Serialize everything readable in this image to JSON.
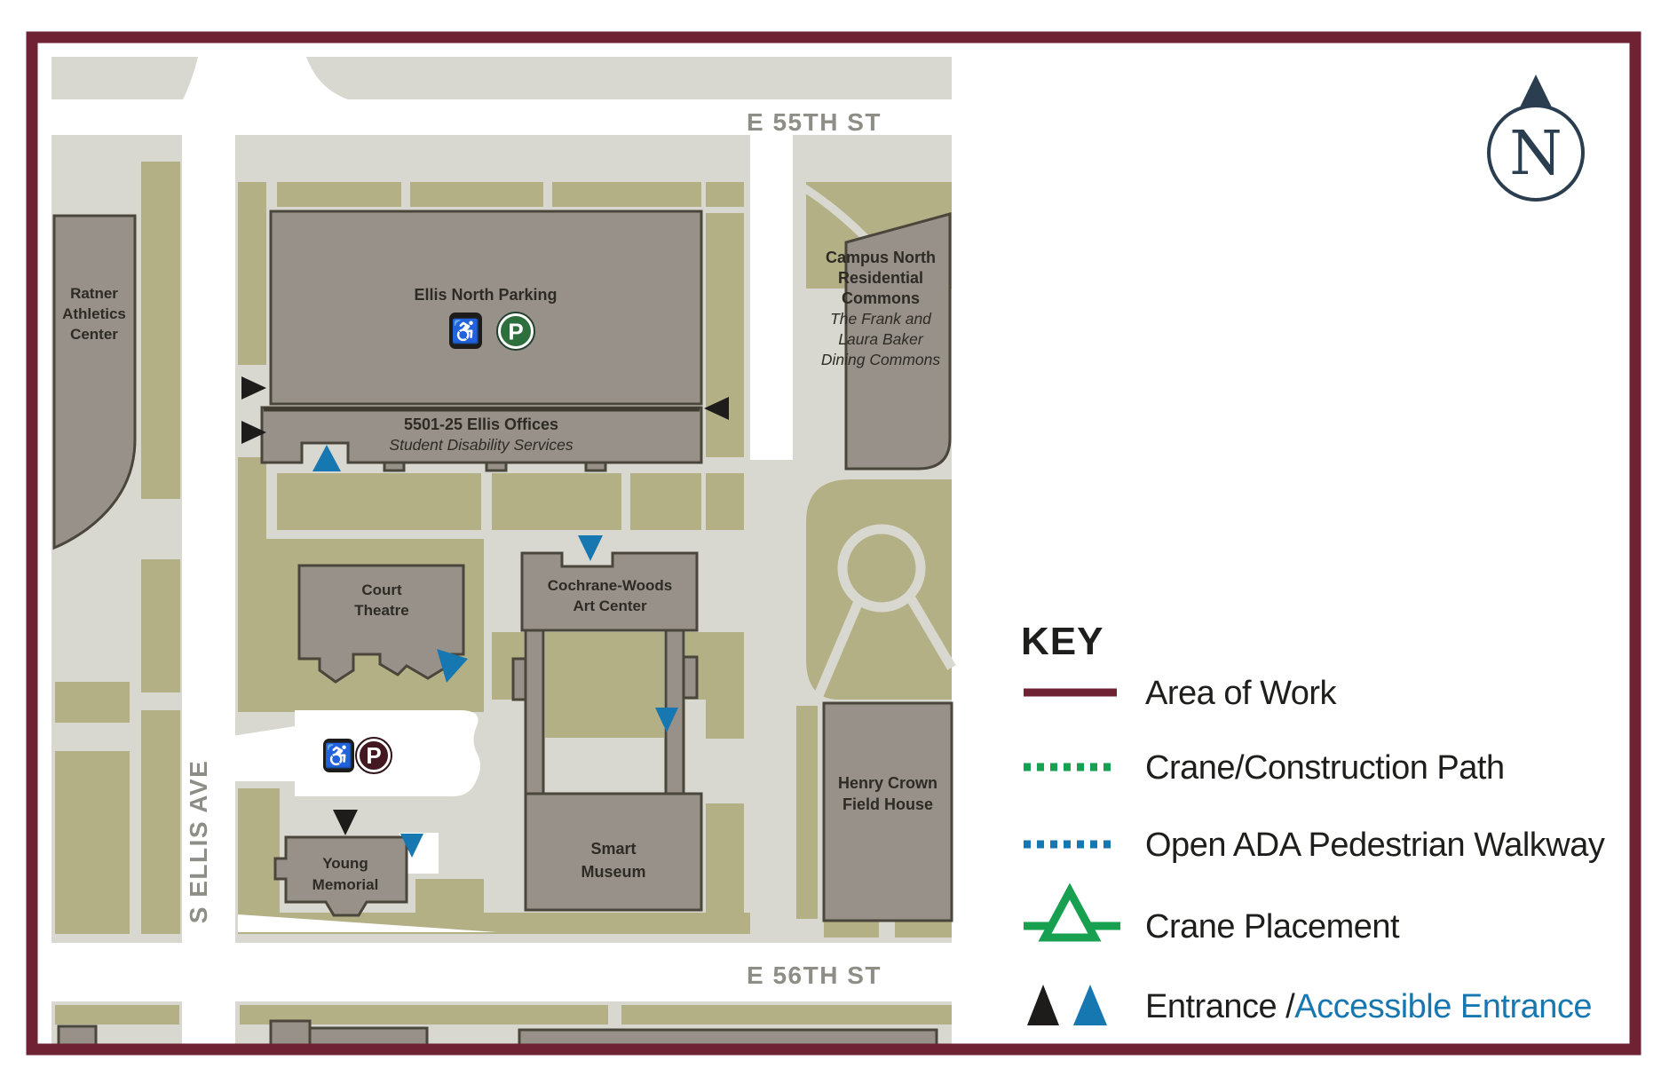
{
  "map": {
    "street_labels": {
      "e55th": "E 55TH ST",
      "e56th": "E 56TH ST",
      "s_ellis": "S ELLIS AVE"
    },
    "buildings": {
      "ratner": {
        "line1": "Ratner",
        "line2": "Athletics",
        "line3": "Center"
      },
      "ellis_north_parking": {
        "label": "Ellis North Parking"
      },
      "ellis_offices": {
        "label": "5501-25 Ellis Offices",
        "sublabel": "Student Disability Services"
      },
      "campus_north": {
        "line1": "Campus North",
        "line2": "Residential",
        "line3": "Commons",
        "line4": "The Frank and",
        "line5": "Laura Baker",
        "line6": "Dining Commons"
      },
      "court_theatre": {
        "line1": "Court",
        "line2": "Theatre"
      },
      "cochrane_woods": {
        "line1": "Cochrane-Woods",
        "line2": "Art Center"
      },
      "smart_museum": {
        "line1": "Smart",
        "line2": "Museum"
      },
      "henry_crown": {
        "line1": "Henry Crown",
        "line2": "Field House"
      },
      "young_memorial": {
        "line1": "Young",
        "line2": "Memorial"
      }
    },
    "icons": {
      "accessible": "♿",
      "parking": "P",
      "north": "N"
    }
  },
  "key": {
    "title": "KEY",
    "area_of_work": "Area of Work",
    "crane_path": "Crane/Construction Path",
    "ada_walkway": "Open ADA Pedestrian Walkway",
    "crane_placement": "Crane Placement",
    "entrance": "Entrance /",
    "accessible_entrance": "Accessible Entrance"
  },
  "colors": {
    "area_of_work_maroon": "#6f2233",
    "lawn_green": "#b3b086",
    "path_gray": "#d9d8d0",
    "building_gray": "#97918a",
    "crane_green": "#16a04f",
    "ada_blue": "#1777b0",
    "parking_icon_green": "#2e6f3e",
    "parking_icon_maroon": "#431820",
    "compass_navy": "#2b3e50"
  }
}
